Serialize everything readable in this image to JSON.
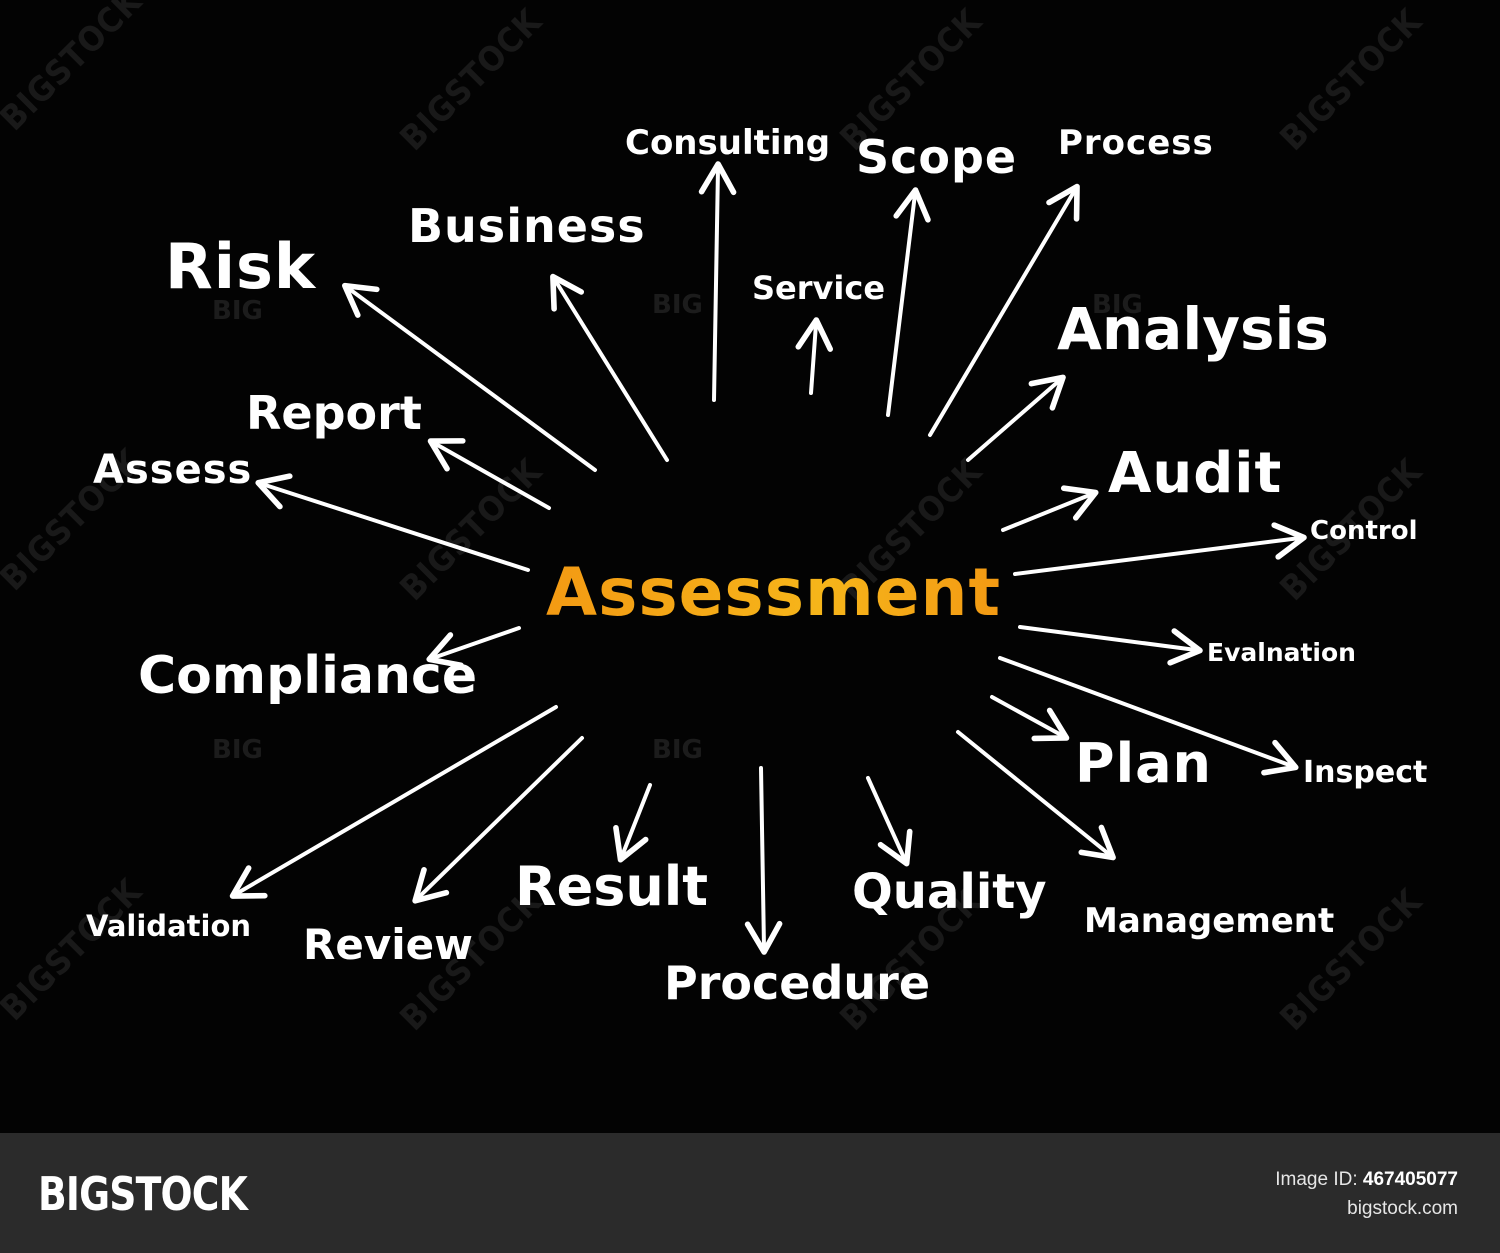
{
  "center": "Assessment",
  "words": [
    "Risk",
    "Business",
    "Consulting",
    "Service",
    "Scope",
    "Process",
    "Analysis",
    "Audit",
    "Control",
    "Evalnation",
    "Inspect",
    "Plan",
    "Management",
    "Quality",
    "Procedure",
    "Result",
    "Review",
    "Validation",
    "Compliance",
    "Assess",
    "Report"
  ],
  "watermark": {
    "brand": "BIGSTOCK",
    "small": "BIG"
  },
  "footer": {
    "logo": "BIGSTOCK",
    "image_id_label": "Image ID:",
    "image_id_value": "467405077",
    "site": "bigstock.com"
  },
  "colors": {
    "background": "#030303",
    "center_text": "#f4a416",
    "footer": "#2b2b2b"
  }
}
